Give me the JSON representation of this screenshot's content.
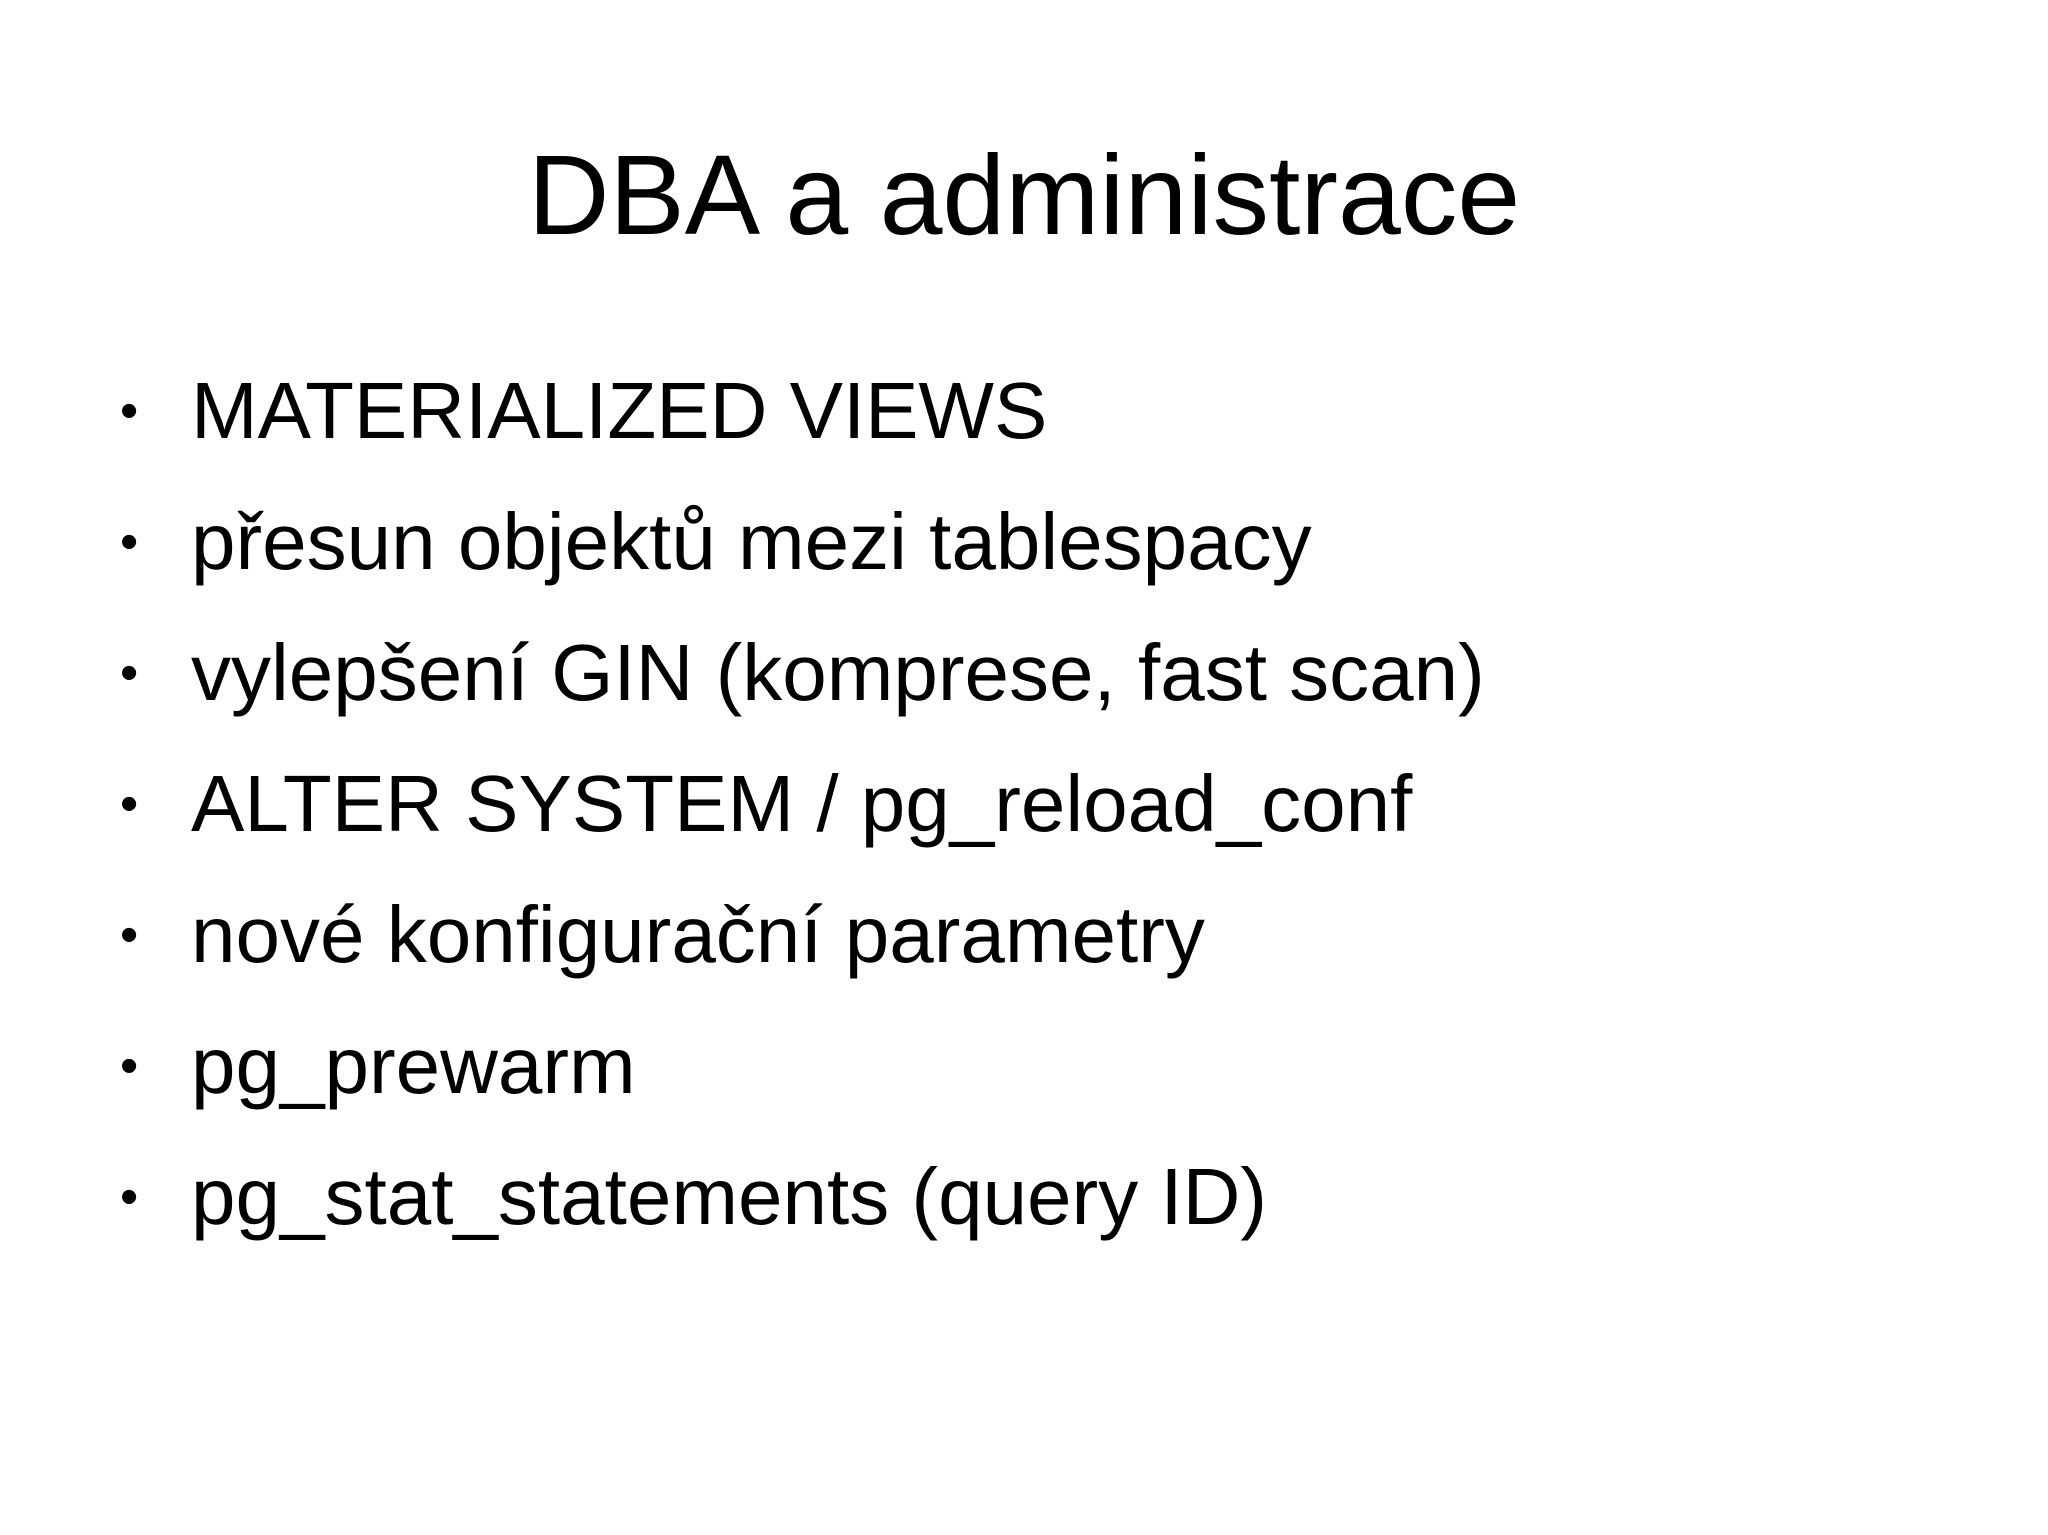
{
  "slide": {
    "title": "DBA a administrace",
    "bullets": [
      "MATERIALIZED VIEWS",
      "přesun objektů mezi tablespacy",
      "vylepšení GIN (komprese, fast scan)",
      "ALTER SYSTEM / pg_reload_conf",
      "nové konfigurační parametry",
      "pg_prewarm",
      "pg_stat_statements (query ID)"
    ],
    "bullet_symbol": "•",
    "colors": {
      "background": "#ffffff",
      "text": "#000000"
    }
  }
}
